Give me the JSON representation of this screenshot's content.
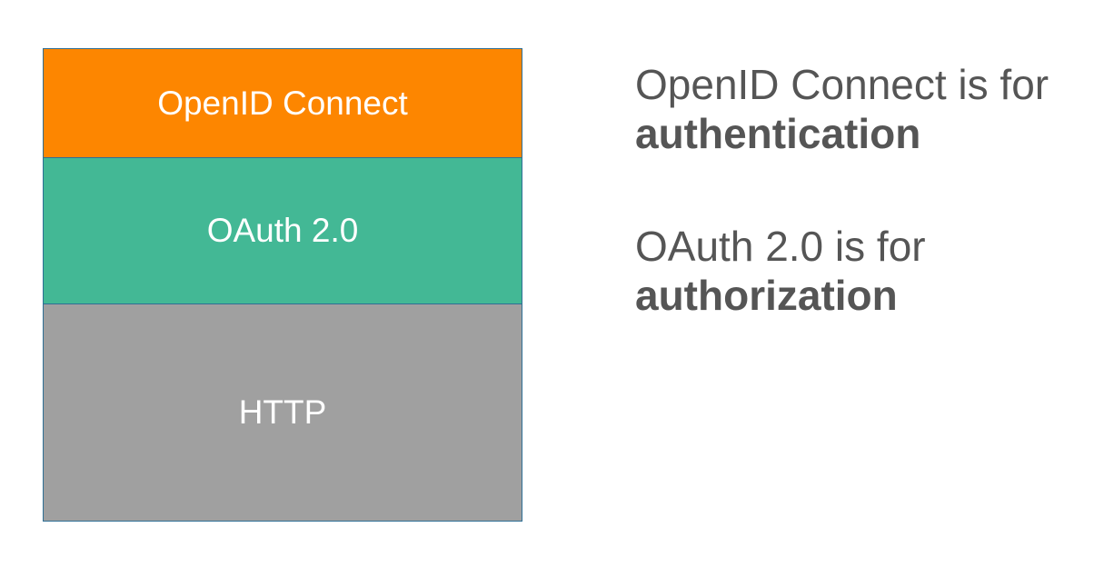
{
  "layers": [
    {
      "label": "OpenID Connect",
      "color": "#fd8600"
    },
    {
      "label": "OAuth 2.0",
      "color": "#43b895"
    },
    {
      "label": "HTTP",
      "color": "#a0a0a0"
    }
  ],
  "captions": {
    "openid": {
      "text": "OpenID Connect is for",
      "emphasis": "authentication"
    },
    "oauth": {
      "text": "OAuth 2.0 is for",
      "emphasis": "authorization"
    }
  },
  "colors": {
    "border": "#2f6f95",
    "caption_text": "#555555",
    "layer_text": "#ffffff"
  }
}
